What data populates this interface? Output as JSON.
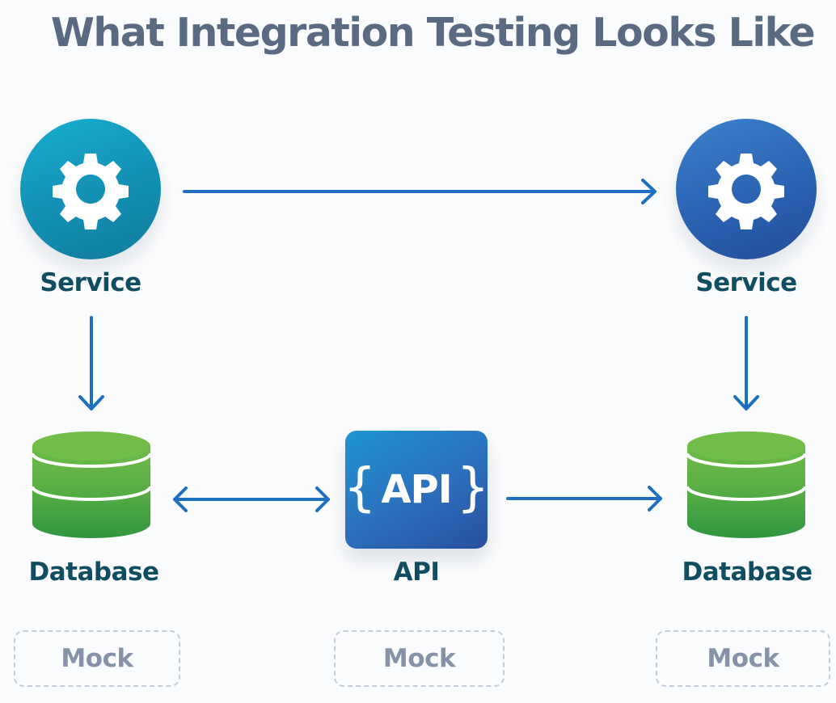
{
  "title": "What Integration Testing Looks Like",
  "colors": {
    "arrow": "#1f6fbf",
    "label": "#0f4d60",
    "title": "#5a6a82",
    "mock_border": "#c5cbd8",
    "mock_text": "#8592a8",
    "db_green_light": "#6cba48",
    "db_green_dark": "#2f9640"
  },
  "nodes": {
    "service_left": {
      "label": "Service",
      "icon": "gear-icon"
    },
    "service_right": {
      "label": "Service",
      "icon": "gear-icon"
    },
    "database_left": {
      "label": "Database",
      "icon": "database-icon"
    },
    "api": {
      "label": "API",
      "icon_text": "API",
      "brace_open": "{",
      "brace_close": "}"
    },
    "database_right": {
      "label": "Database",
      "icon": "database-icon"
    }
  },
  "edges": [
    {
      "from": "service_left",
      "to": "service_right",
      "type": "one-way"
    },
    {
      "from": "service_left",
      "to": "database_left",
      "type": "one-way"
    },
    {
      "from": "service_right",
      "to": "database_right",
      "type": "one-way"
    },
    {
      "from": "database_left",
      "to": "api",
      "type": "two-way"
    },
    {
      "from": "api",
      "to": "database_right",
      "type": "one-way"
    }
  ],
  "mocks": [
    {
      "label": "Mock"
    },
    {
      "label": "Mock"
    },
    {
      "label": "Mock"
    }
  ]
}
